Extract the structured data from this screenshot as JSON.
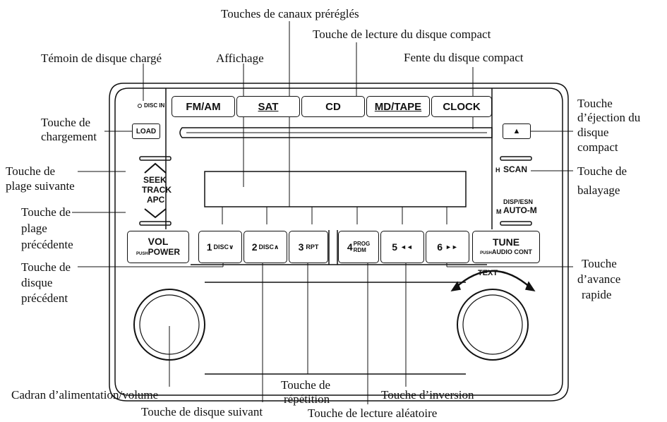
{
  "buttons": {
    "fm_am": "FM/AM",
    "sat": "SAT",
    "cd": "CD",
    "md_tape": "MD/TAPE",
    "clock": "CLOCK",
    "load": "LOAD",
    "eject": "▲",
    "vol": "VOL",
    "vol_push": "PUSH",
    "power": "POWER",
    "preset1": "1",
    "preset1_sub": "DISC∨",
    "preset2": "2",
    "preset2_sub": "DISC∧",
    "preset3": "3",
    "preset3_sub": "RPT",
    "preset4": "4",
    "preset4_sub1": "PROG",
    "preset4_sub2": "RDM",
    "preset5": "5",
    "preset5_sub": "◄◄",
    "preset6": "6",
    "preset6_sub": "►►",
    "tune": "TUNE",
    "tune_push": "PUSH",
    "audio_cont": "AUDIO CONT"
  },
  "panel_labels": {
    "disc_in": "DISC IN",
    "seek": "SEEK",
    "track": "TRACK",
    "apc": "APC",
    "h": "H",
    "scan": "SCAN",
    "disp_esn": "DISP/ESN",
    "m": "M",
    "auto_m": "AUTO-M",
    "text": "TEXT"
  },
  "callouts": {
    "preset_keys": "Touches de canaux préréglés",
    "cd_play": "Touche de lecture du disque compact",
    "disc_loaded": "Témoin de disque chargé",
    "display": "Affichage",
    "cd_slot": "Fente du disque compact",
    "load_1": "Touche de",
    "load_2": "chargement",
    "eject_1": "Touche",
    "eject_2": "d’éjection du",
    "eject_3": "disque",
    "eject_4": "compact",
    "next_1": "Touche de",
    "next_2": "plage suivante",
    "scan_1": "Touche de",
    "scan_2": "balayage",
    "prev_1": "Touche de",
    "prev_2": "plage",
    "prev_3": "précédente",
    "prevdisc_1": "Touche de",
    "prevdisc_2": "disque",
    "prevdisc_3": "précédent",
    "ff_1": "Touche",
    "ff_2": "d’avance",
    "ff_3": "rapide",
    "power_volume": "Cadran d’alimentation/volume",
    "repeat_1": "Touche de",
    "repeat_2": "répétition",
    "reverse": "Touche d’inversion",
    "next_disc": "Touche de disque suivant",
    "random": "Touche de lecture aléatoire"
  }
}
